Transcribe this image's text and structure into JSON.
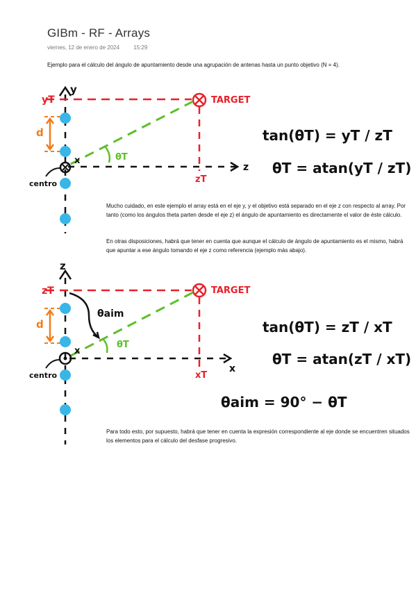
{
  "header": {
    "title": "GIBm - RF - Arrays",
    "date": "viernes, 12 de enero de 2024",
    "time": "15:29"
  },
  "text": {
    "intro": "Ejemplo para el cálculo del ángulo de apuntamiento desde una agrupación de antenas hasta un punto objetivo (N = 4).",
    "note1": "Mucho cuidado, en este ejemplo el array está en el eje y, y el objetivo está separado en el eje z con respecto al array. Por tanto (como los ángulos theta parten desde el eje z) el ángulo de apuntamiento es directamente el valor de éste cálculo.",
    "note2": "En otras disposiciones, habrá que tener en cuenta que aunque el cálculo de ángulo de apuntamiento es el mismo, habrá que apuntar a ese ángulo tomando el eje z como referencia (ejemplo más abajo).",
    "note3": "Para todo esto, por supuesto, habrá que tener en cuenta la expresión correspondiente al eje donde se encuentren situados los elementos para el cálculo del desfase progresivo."
  },
  "figure1": {
    "vertical_axis": "y",
    "horizontal_axis": "z",
    "target_label": "TARGET",
    "target_v": "yT",
    "target_h": "zT",
    "spacing": "d",
    "angle": "θT",
    "origin_mark": "x",
    "origin_label": "centro",
    "eq1": "tan(θT) = yT / zT",
    "eq2": "θT = atan(yT / zT)"
  },
  "figure2": {
    "vertical_axis": "z",
    "horizontal_axis": "x",
    "target_label": "TARGET",
    "target_v": "zT",
    "target_h": "xT",
    "spacing": "d",
    "angle": "θT",
    "aim_angle": "θaim",
    "origin_mark": "x",
    "origin_label": "centro",
    "eq1": "tan(θT) = zT / xT",
    "eq2": "θT = atan(zT / xT)",
    "eq3": "θaim = 90° − θT"
  },
  "colors": {
    "red": "#e8202a",
    "green": "#5cbf2a",
    "orange": "#ef7d1a",
    "blue": "#38b6e8",
    "ink": "#111111"
  }
}
